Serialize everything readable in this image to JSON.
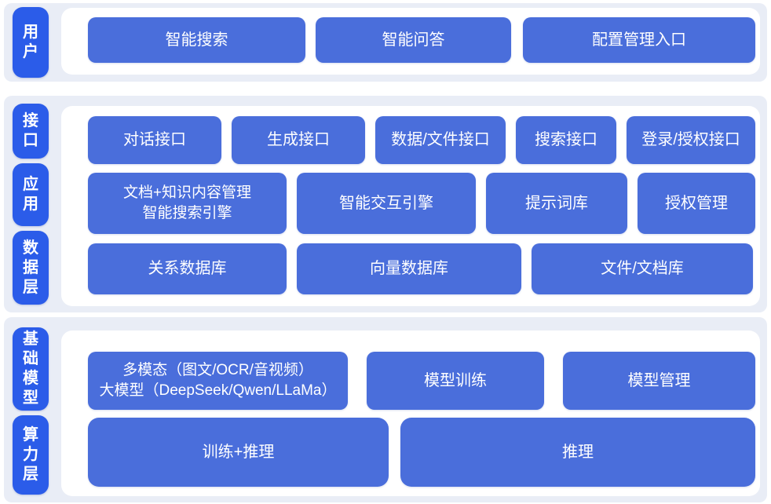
{
  "colors": {
    "pill_blue": "#2b5ce9",
    "block_blue": "#4a6edb",
    "band_background": "#e9edf6",
    "panel_background": "#ffffff",
    "text_on_blue": "#ffffff"
  },
  "bands": [
    {
      "pills": [
        "用户"
      ],
      "rows": [
        [
          "智能搜索",
          "智能问答",
          "配置管理入口"
        ]
      ]
    },
    {
      "pills": [
        "接口",
        "应用",
        "数据层"
      ],
      "rows": [
        [
          "对话接口",
          "生成接口",
          "数据/文件接口",
          "搜索接口",
          "登录/授权接口"
        ],
        [
          "文档+知识内容管理\n智能搜索引擎",
          "智能交互引擎",
          "提示词库",
          "授权管理"
        ],
        [
          "关系数据库",
          "向量数据库",
          "文件/文档库"
        ]
      ]
    },
    {
      "pills": [
        "基础模型",
        "算力层"
      ],
      "rows": [
        [
          "多模态（图文/OCR/音视频）\n大模型（DeepSeek/Qwen/LLaMa）",
          "模型训练",
          "模型管理"
        ],
        [
          "训练+推理",
          "推理"
        ]
      ]
    }
  ]
}
